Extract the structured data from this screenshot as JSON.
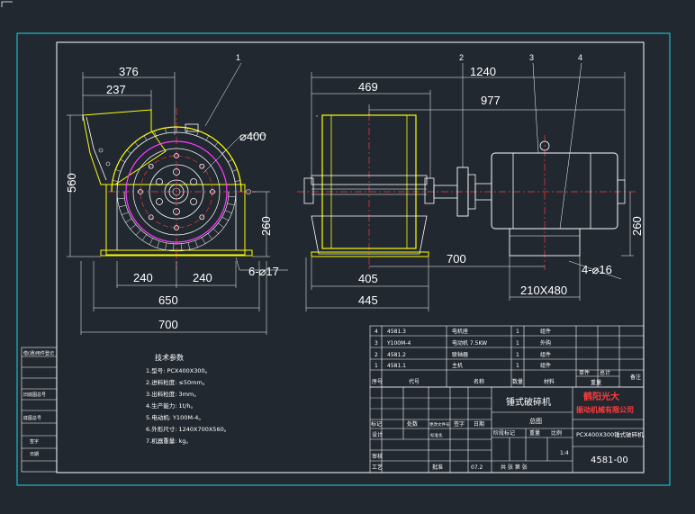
{
  "dimensions": {
    "front_width_376": "376",
    "front_width_237": "237",
    "front_height_560": "560",
    "rotor_dia": "⌀400",
    "front_height_260": "260",
    "front_240_left": "240",
    "front_240_right": "240",
    "front_holes": "6-⌀17",
    "front_650": "650",
    "front_700": "700",
    "side_1240": "1240",
    "side_469": "469",
    "side_977": "977",
    "side_700": "700",
    "side_405": "405",
    "side_445": "445",
    "motor_260": "260",
    "motor_holes": "4-⌀16",
    "motor_base": "210X480"
  },
  "balloons": [
    "1",
    "2",
    "3",
    "4"
  ],
  "technical_notes": {
    "title": "技术参数",
    "lines": [
      "1.型号: PCX400X300。",
      "2.进料粒度: ≤50mm。",
      "3.出料粒度: 3mm。",
      "4.生产能力: 1t/h。",
      "5.电动机: Y100M-4。",
      "6.外形尺寸: 1240X700X560。",
      "7.机器重量:     kg。"
    ]
  },
  "parts_list": [
    {
      "no": "4",
      "code": "4581.3",
      "name": "电机座",
      "qty": "1",
      "mat": "组件"
    },
    {
      "no": "3",
      "code": "Y100M-4",
      "name": "电动机 7.5KW",
      "qty": "1",
      "mat": "外购"
    },
    {
      "no": "2",
      "code": "4581.2",
      "name": "联轴器",
      "qty": "1",
      "mat": "组件"
    },
    {
      "no": "1",
      "code": "4581.1",
      "name": "主机",
      "qty": "1",
      "mat": "组件"
    }
  ],
  "parts_header": [
    "序号",
    "代号",
    "名称",
    "数量",
    "材料",
    "单件",
    "总计",
    "备注"
  ],
  "parts_header_weight": "重量",
  "title_block": {
    "product": "锤式破碎机",
    "company_line1": "鹤阳光大",
    "company_line2": "振动机械有限公司",
    "material": "总图",
    "model_name": "PCX400X300锤式破碎机",
    "drawing_no": "4581-00",
    "date": "07.2",
    "scale": "1:4",
    "rev_row": [
      "标记",
      "处数",
      "更改文件号",
      "签字",
      "日期"
    ],
    "role_design": "设计",
    "role_standard": "标准化",
    "role_check": "审核",
    "role_craft": "工艺",
    "role_approve": "批准",
    "stage_label": "阶段标记",
    "weight_label": "重量",
    "scale_label": "比例",
    "sheet_label": "共 张 第 张"
  },
  "left_margin": [
    "借(通)用件登记",
    "旧底图总号",
    "底图总号",
    "签字",
    "日期"
  ]
}
